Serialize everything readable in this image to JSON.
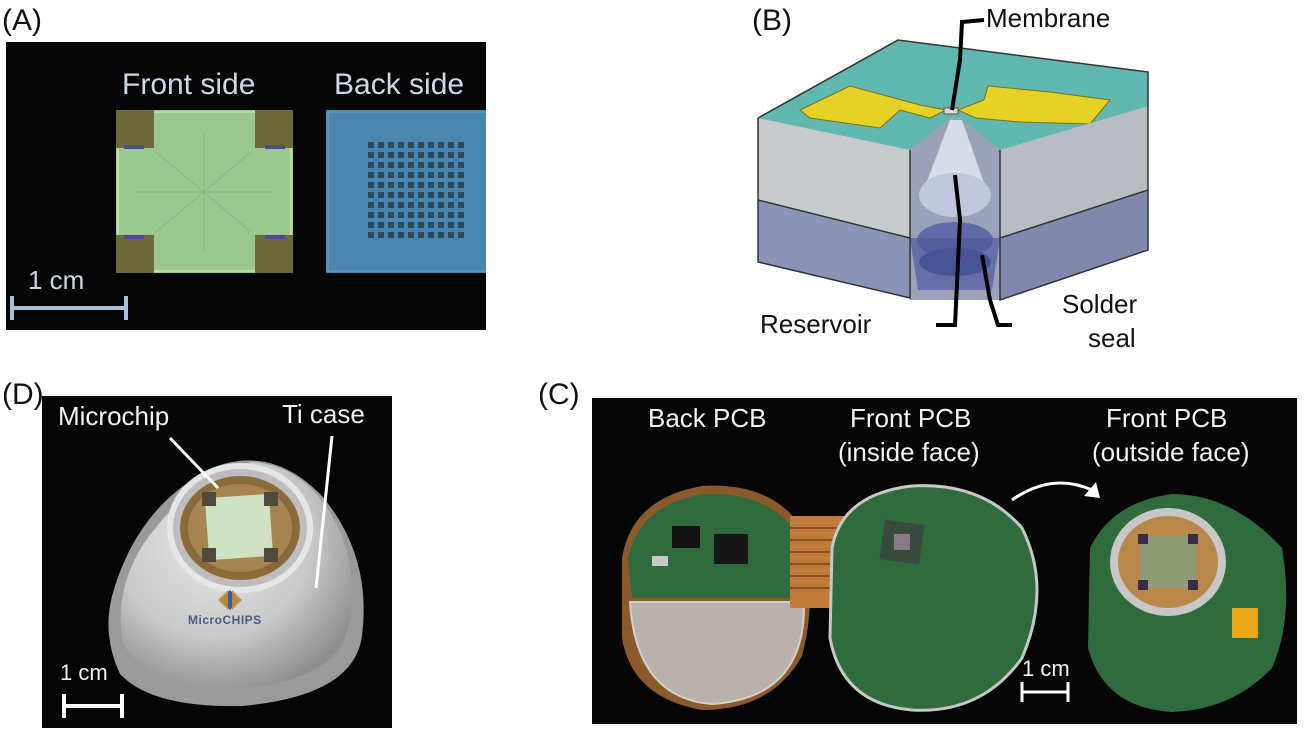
{
  "panels": {
    "a": {
      "label": "(A)",
      "front_caption": "Front side",
      "back_caption": "Back side",
      "scale_label": "1 cm"
    },
    "b": {
      "label": "(B)",
      "membrane": "Membrane",
      "reservoir": "Reservoir",
      "solder_line1": "Solder",
      "solder_line2": "seal"
    },
    "d": {
      "label": "(D)",
      "microchip": "Microchip",
      "ti_case": "Ti case",
      "logo_text": "MicroCHIPS",
      "scale_label": "1 cm"
    },
    "c": {
      "label": "(C)",
      "back_pcb": "Back PCB",
      "front_inside_line1": "Front PCB",
      "front_inside_line2": "(inside face)",
      "front_outside_line1": "Front PCB",
      "front_outside_line2": "(outside face)",
      "scale_label": "1 cm"
    }
  },
  "colors": {
    "panel_background": "#050505",
    "chip_front": "#9cc88f",
    "chip_back": "#4a86ad",
    "cube_top": "#5fb7b0",
    "gold": "#e6d226",
    "pcb_green": "#2f6b3c",
    "ti_case": "#c9c9c9",
    "caption_text": "#dfe6ee",
    "scale_bar": "#a9c0db"
  }
}
